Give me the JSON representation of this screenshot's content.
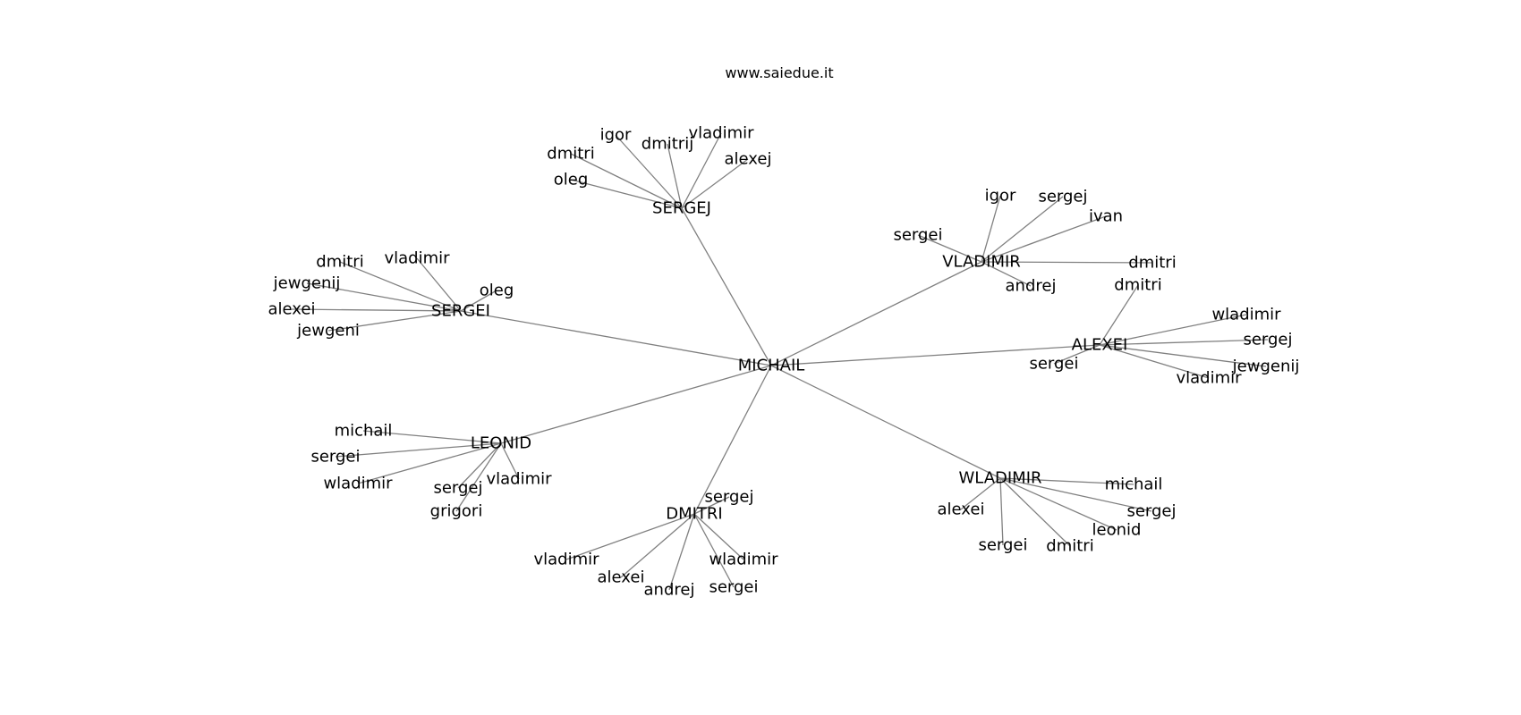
{
  "site_title": "www.saiedue.it",
  "root": "MICHAIL",
  "groups": [
    {
      "name": "SERGEJ",
      "children": [
        "igor",
        "dmitrij",
        "vladimir",
        "dmitri",
        "alexej",
        "oleg"
      ]
    },
    {
      "name": "VLADIMIR",
      "children": [
        "igor",
        "sergej",
        "ivan",
        "sergei",
        "dmitri",
        "andrej"
      ]
    },
    {
      "name": "SERGEI",
      "children": [
        "dmitri",
        "vladimir",
        "jewgenij",
        "oleg",
        "alexei",
        "jewgeni"
      ]
    },
    {
      "name": "ALEXEI",
      "children": [
        "dmitri",
        "wladimir",
        "sergej",
        "sergei",
        "jewgenij",
        "vladimir"
      ]
    },
    {
      "name": "LEONID",
      "children": [
        "michail",
        "sergei",
        "wladimir",
        "vladimir",
        "sergej",
        "grigori"
      ]
    },
    {
      "name": "WLADIMIR",
      "children": [
        "michail",
        "alexei",
        "sergej",
        "leonid",
        "sergei",
        "dmitri"
      ]
    },
    {
      "name": "DMITRI",
      "children": [
        "sergej",
        "vladimir",
        "wladimir",
        "alexei",
        "andrej",
        "sergei"
      ]
    }
  ]
}
